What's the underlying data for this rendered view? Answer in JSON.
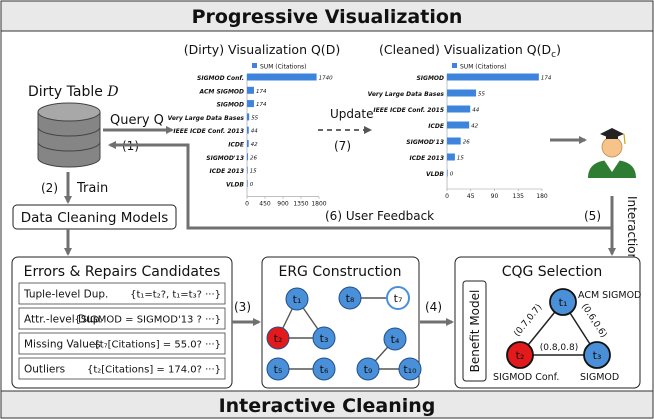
{
  "header": {
    "title": "Progressive Visualization"
  },
  "footer": {
    "title": "Interactive  Cleaning"
  },
  "dirty_table": {
    "label": "Dirty Table",
    "symbol": "D"
  },
  "arrows": {
    "query_label": "Query Q",
    "query_step": "(1)",
    "train_step": "(2)",
    "train_label": "Train",
    "update_label": "Update",
    "update_step": "(7)",
    "feedback_label": "(6)  User Feedback",
    "interaction_step": "(5)",
    "interaction_label": "Interaction",
    "erg_step": "(3)",
    "cqg_step": "(4)"
  },
  "dirty_vis": {
    "title": "(Dirty) Visualization Q(D)"
  },
  "clean_vis": {
    "title_main": "(Cleaned) Visualization Q(D",
    "title_sub": "c",
    "title_close": ")"
  },
  "cleaning_models": {
    "label": "Data Cleaning Models"
  },
  "errors": {
    "title": "Errors & Repairs Candidates",
    "rows": [
      {
        "label": "Tuple-level Dup.",
        "value": "{t₁=t₂?, t₁=t₃? ···}"
      },
      {
        "label": "Attr.-level Dup.",
        "value": "{SIGMOD = SIGMOD'13 ? ···}"
      },
      {
        "label": "Missing Values",
        "value": "{t₇[Citations] = 55.0? ···}"
      },
      {
        "label": "Outliers",
        "value": "{t₂[Citations] = 174.0? ···}"
      }
    ]
  },
  "erg": {
    "title": "ERG Construction",
    "nodes": [
      "t₁",
      "t₂",
      "t₃",
      "t₅",
      "t₆",
      "t₈",
      "t₇",
      "t₄",
      "t₉",
      "t₁₀"
    ]
  },
  "cqg": {
    "title": "CQG Selection",
    "side_label": "Benefit Model",
    "nodes": [
      "t₁",
      "t₂",
      "t₃"
    ],
    "node_labels": [
      "ACM SIGMOD",
      "SIGMOD Conf.",
      "SIGMOD"
    ],
    "edge_labels": [
      "(0.7,0.7)",
      "(0.6,0.6)",
      "(0.8,0.8)"
    ]
  },
  "colors": {
    "accent": "#4a90d9",
    "bar": "#3e84dc",
    "highlight": "#e31a1c",
    "gray_arrow": "#707070"
  },
  "chart_data": [
    {
      "type": "bar",
      "orientation": "horizontal",
      "legend": "SUM (Citations)",
      "categories": [
        "SIGMOD Conf.",
        "ACM SIGMOD",
        "SIGMOD",
        "Very Large Data Bases",
        "IEEE ICDE Conf. 2013",
        "ICDE",
        "SIGMOD'13",
        "ICDE 2013",
        "VLDB"
      ],
      "values": [
        1740,
        174,
        174,
        55,
        44,
        42,
        26,
        15,
        0
      ],
      "xticks": [
        "0",
        "450",
        "900",
        "1350",
        "1800"
      ],
      "xlim": [
        0,
        1800
      ]
    },
    {
      "type": "bar",
      "orientation": "horizontal",
      "legend": "SUM (Citations)",
      "categories": [
        "SIGMOD",
        "Very Large Data Bases",
        "IEEE ICDE Conf. 2015",
        "ICDE",
        "SIGMOD'13",
        "ICDE 2013",
        "VLDB"
      ],
      "values": [
        174,
        55,
        44,
        42,
        26,
        15,
        0
      ],
      "xticks": [
        "0",
        "45",
        "90",
        "135",
        "180"
      ],
      "xlim": [
        0,
        180
      ]
    }
  ]
}
